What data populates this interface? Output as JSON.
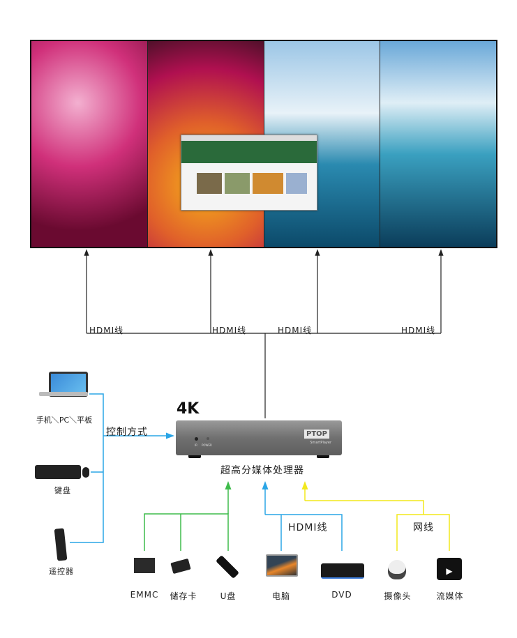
{
  "wall_links": [
    "HDMI线",
    "HDMI线",
    "HDMI线",
    "HDMI线"
  ],
  "device": {
    "resolution": "4K",
    "brand": "PTOP",
    "sub_brand": "SmartPlayer",
    "ir": "IR",
    "power": "POWER",
    "name": "超高分媒体处理器"
  },
  "control": {
    "label": "控制方式",
    "sources": [
      "手机＼PC＼平板",
      "键盘",
      "遥控器"
    ]
  },
  "inputs": {
    "hdmi_label": "HDMI线",
    "network_label": "网线",
    "items": [
      "EMMC",
      "储存卡",
      "U盘",
      "电脑",
      "DVD",
      "摄像头",
      "流媒体"
    ]
  },
  "colors": {
    "storage": "#3dbb4a",
    "hdmi": "#2aa5e6",
    "network": "#f2e81c",
    "control": "#2aa5e6"
  }
}
